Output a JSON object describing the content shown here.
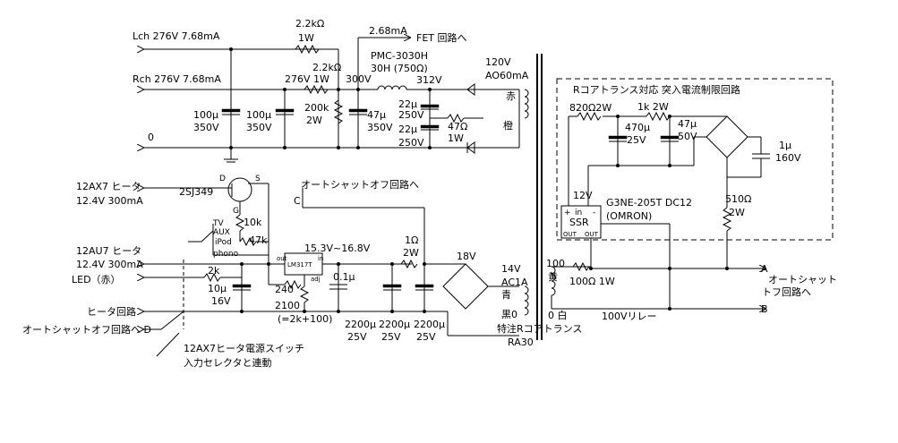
{
  "labels": {
    "lch": "Lch 276V  7.68mA",
    "rch": "Rch 276V  7.68mA",
    "zero_left": "0",
    "r22k_a": "2.2kΩ",
    "r22k_a_w": "1W",
    "fet_current": "2.68mA",
    "fet_label": "FET 回路へ",
    "r22k_b": "2.2kΩ",
    "r22k_b_w": "1W",
    "v276": "276V",
    "v300": "300V",
    "pmc": "PMC-3030H",
    "pmc_spec": "30H (750Ω)",
    "v312": "312V",
    "v120": "120V",
    "ao60": "AO60mA",
    "red1": "赤",
    "orange": "橙",
    "c100a": "100μ",
    "c100a_v": "350V",
    "c100b": "100μ",
    "c100b_v": "350V",
    "r200k": "200k",
    "r200k_w": "2W",
    "c47": "47μ",
    "c47_v": "350V",
    "c22a": "22μ",
    "c22a_v": "250V",
    "c22b": "22μ",
    "c22b_v": "250V",
    "r47": "47Ω",
    "r47_w": "1W",
    "ssr_title": "Rコアトランス対応  突入電流制限回路",
    "r820": "820Ω2W",
    "r1k": "1k 2W",
    "c470": "470μ",
    "c470_v": "25V",
    "c47b": "47μ",
    "c47b_v": "50V",
    "c1u": "1μ",
    "c1u_v": "160V",
    "v12": "12V",
    "ssr_in_plus": "+",
    "ssr_in": "in",
    "ssr_in_minus": "-",
    "ssr": "SSR",
    "ssr_out1": "OUT",
    "ssr_out2": "OUT",
    "g3ne": "G3NE-205T DC12",
    "omron": "(OMRON)",
    "r510": "510Ω",
    "r510_w": "2W",
    "h12ax7": "12AX7 ヒータ",
    "h12ax7_spec": "12.4V 300mA",
    "sj349": "2SJ349",
    "fet_d": "D",
    "fet_s": "S",
    "fet_g": "G",
    "term_c": "C",
    "autoshut_off": "オートシャットオフ回路へ",
    "tv": "TV",
    "aux": "AUX",
    "ipod": "iPod",
    "phono": "phono",
    "r10k": "10k",
    "r47k": "47k",
    "h12au7": "12AU7 ヒータ",
    "h12au7_spec": "12.4V 300mA",
    "led": "LED（赤）",
    "r2k": "2k",
    "c10u": "10μ",
    "c10u_v": "16V",
    "heater": "ヒータ回路",
    "autoshut_d": "オートシャットオフ回路へ D",
    "lm317": "LM317T",
    "lm_out": "out",
    "lm_in": "in",
    "lm_adj": "adj",
    "r240": "240",
    "r2100": "2100",
    "r2100_note": "(=2k+100)",
    "v153": "15.3V~16.8V",
    "r1": "1Ω",
    "r1_w": "2W",
    "v18": "18V",
    "c01": "0.1μ",
    "c2200a": "2200μ",
    "c2200a_v": "25V",
    "c2200b": "2200μ",
    "c2200b_v": "25V",
    "c2200c": "2200μ",
    "c2200c_v": "25V",
    "v14": "14V",
    "ac1a": "AC1A",
    "blue": "青",
    "black0": "黒0",
    "yellow": "黄",
    "v100": "100",
    "white0": "0 白",
    "trans": "特注Rコアトランス",
    "ra30": "RA30",
    "r100": "100Ω 1W",
    "relay": "100Vリレー",
    "term_a": "A",
    "term_b": "B",
    "autoshut_ab1": "オートシャット",
    "autoshut_ab2": "トフ回路へ",
    "sw_note1": "12AX7ヒータ電源スイッチ",
    "sw_note2": "入力セレクタと連動"
  }
}
